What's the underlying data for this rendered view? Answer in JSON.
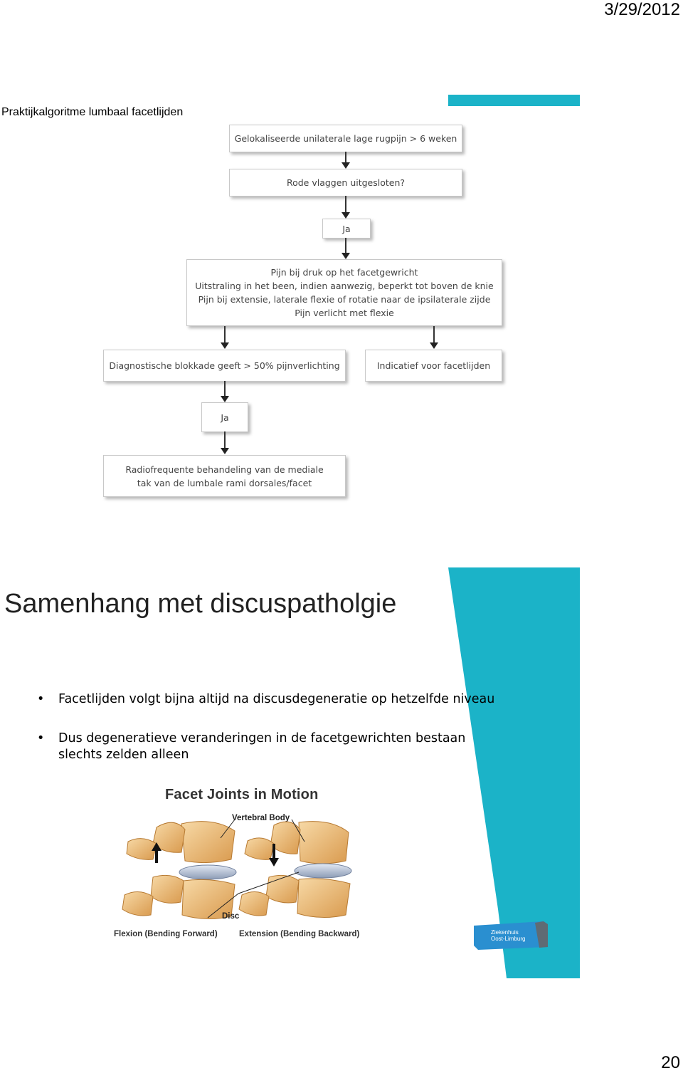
{
  "header": {
    "date": "3/29/2012"
  },
  "footer": {
    "page_number": "20"
  },
  "slide1": {
    "title": "Praktijkalgoritme lumbaal facetlijden",
    "flowchart": {
      "box1": "Gelokaliseerde unilaterale lage rugpijn > 6 weken",
      "box2": "Rode vlaggen uitgesloten?",
      "yes1": "Ja",
      "box3_lines": [
        "Pijn bij druk op het facetgewricht",
        "Uitstraling in het been, indien aanwezig, beperkt tot boven de knie",
        "Pijn bij extensie, laterale flexie of rotatie naar de ipsilaterale zijde",
        "Pijn verlicht met flexie"
      ],
      "box4": "Diagnostische blokkade geeft > 50% pijnverlichting",
      "box5": "Indicatief voor facetlijden",
      "yes2": "Ja",
      "box6_lines": [
        "Radiofrequente behandeling van de mediale",
        "tak van de lumbale rami dorsales/facet"
      ]
    },
    "accent_color": "#1bb3c8"
  },
  "slide2": {
    "title": "Samenhang met discuspatholgie",
    "bullets": [
      "Facetlijden volgt bijna altijd na discusdegeneratie op hetzelfde niveau",
      "Dus degeneratieve veranderingen in de facetgewrichten bestaan slechts zelden alleen"
    ],
    "bullet_symbol": "•",
    "illustration": {
      "title": "Facet Joints in Motion",
      "label_vertebral_body": "Vertebral Body",
      "label_disc": "Disc",
      "caption_flexion": "Flexion (Bending Forward)",
      "caption_extension": "Extension (Bending Backward)"
    },
    "logo_text": [
      "Ziekenhuis",
      "Oost-Limburg"
    ],
    "accent_color": "#1bb3c8"
  }
}
